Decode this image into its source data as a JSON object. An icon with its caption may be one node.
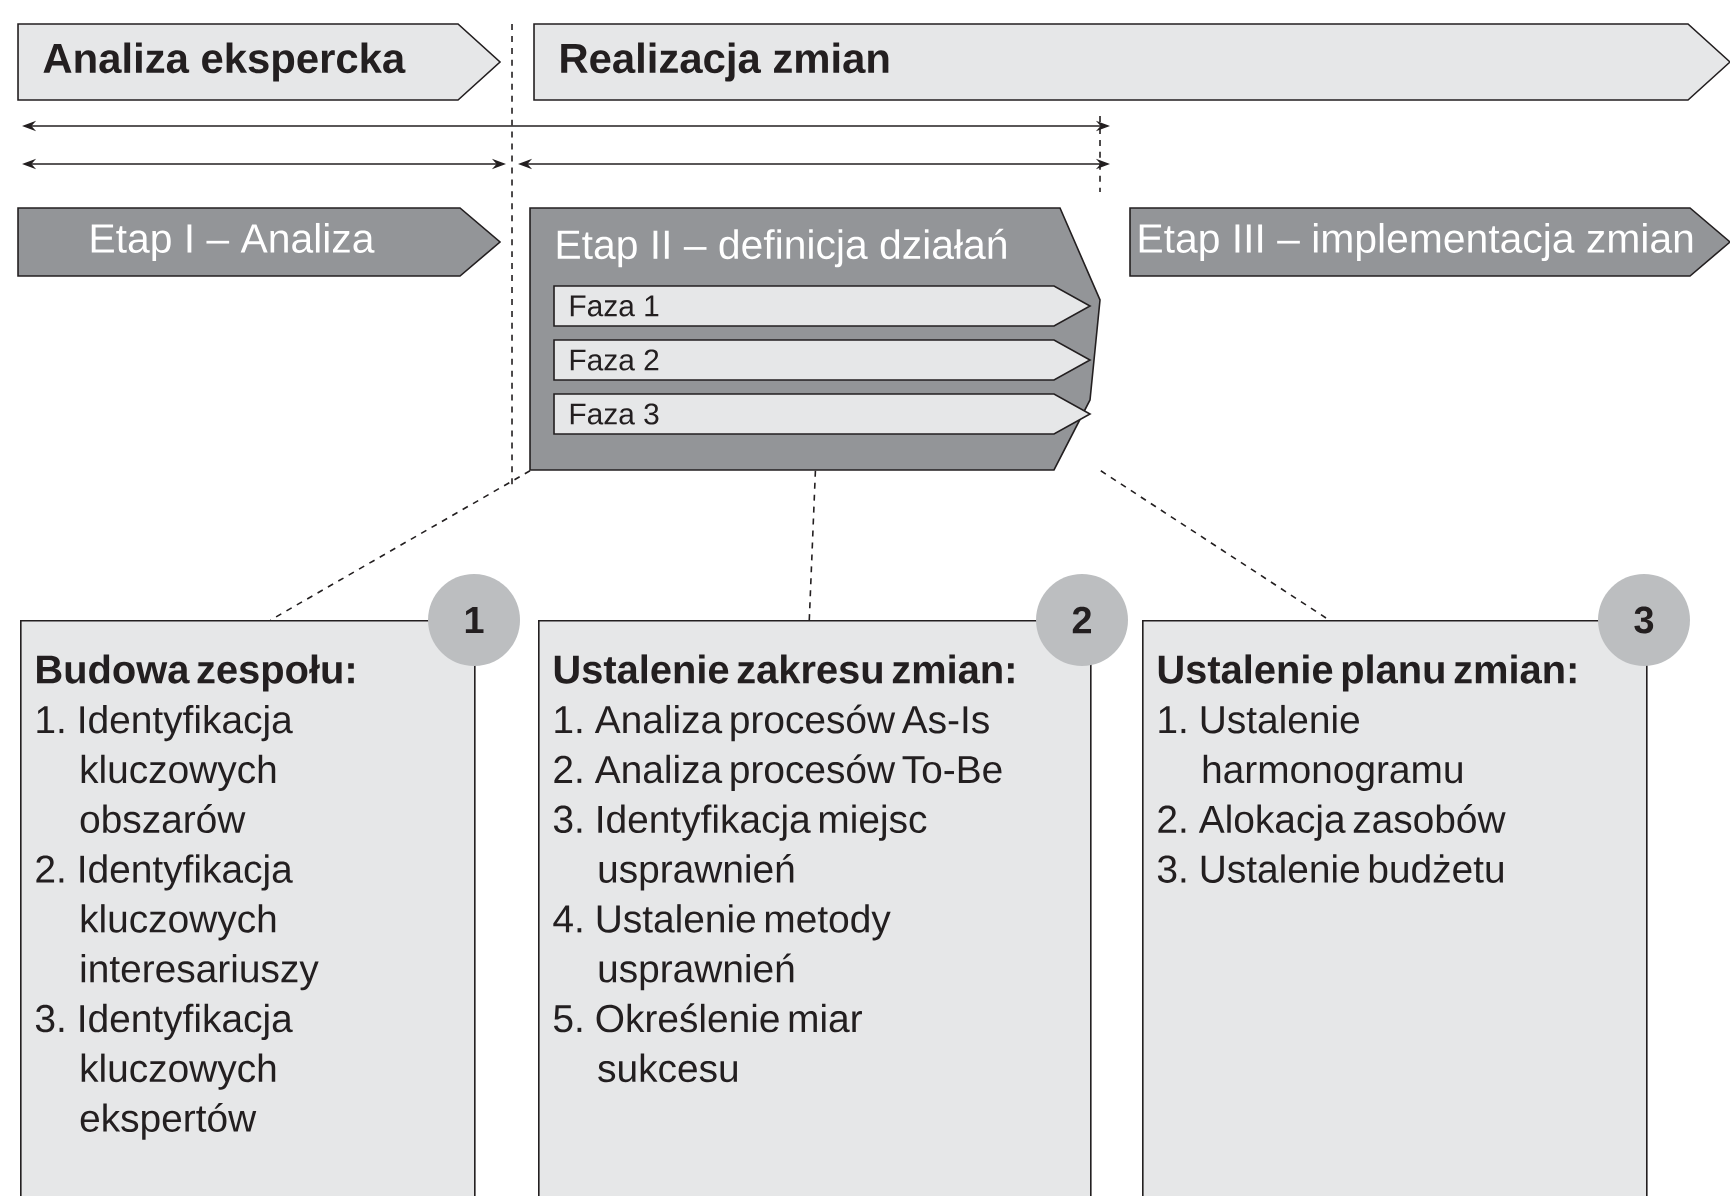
{
  "diagram": {
    "nodes": [
      {
        "text": [
          "Analiza ekspercka"
        ]
      },
      {
        "text": [
          "Realizacja zmian"
        ]
      },
      {
        "text": [
          "Etap I – Analiza"
        ]
      },
      {
        "text": [
          "Etap II – definicja działań"
        ]
      },
      {
        "text": [
          "Faza 1"
        ],
        "in": 3
      },
      {
        "text": [
          "Faza 2"
        ],
        "in": 3
      },
      {
        "text": [
          "Faza 3"
        ],
        "in": 3
      },
      {
        "text": [
          "Etap III – implementacja zmian"
        ]
      },
      {
        "text": [
          "Budowa zespołu:",
          "1. Identyfikacja kluczowych obszarów",
          "2. Identyfikacja kluczowych interesariuszy",
          "3. Identyfikacja kluczowych ekspertów"
        ]
      },
      {
        "text": [
          "1"
        ]
      },
      {
        "text": [
          "Ustalenie zakresu zmian:",
          "1. Analiza procesów As-Is",
          "2. Analiza procesów To-Be",
          "3. Identyfikacja miejsc usprawnień",
          "4. Ustalenie metody usprawnień",
          "5. Określenie miar sukcesu"
        ]
      },
      {
        "text": [
          "2"
        ]
      },
      {
        "text": [
          "Ustalenie planu zmian:",
          "1. Ustalenie harmonogramu",
          "2. Alokacja zasobów",
          "3. Ustalenie budżetu"
        ]
      },
      {
        "text": [
          "3"
        ]
      }
    ],
    "edges": [
      {
        "from": 3,
        "to": 8,
        "arrow": "none",
        "style": "dashed"
      },
      {
        "from": 3,
        "to": 10,
        "arrow": "none",
        "style": "dashed"
      },
      {
        "from": 3,
        "to": 12,
        "arrow": "none",
        "style": "dashed"
      }
    ]
  }
}
